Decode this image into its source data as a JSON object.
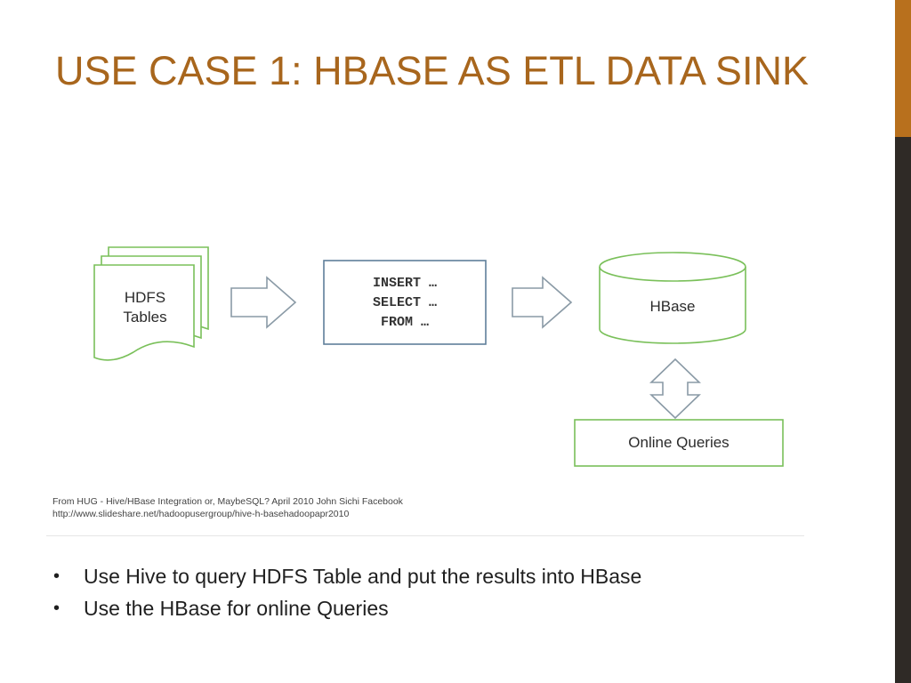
{
  "slide": {
    "title": "USE CASE 1: HBASE AS ETL DATA SINK",
    "accent_color": "#b8701d",
    "sidebar_color": "#2f2a26"
  },
  "diagram": {
    "hdfs_label_line1": "HDFS",
    "hdfs_label_line2": "Tables",
    "sql_lines": [
      "INSERT …",
      "SELECT …",
      "FROM …"
    ],
    "hbase_label": "HBase",
    "online_queries_label": "Online Queries",
    "node_border_color": "#7ac05a",
    "sql_border_color": "#5f7f9a",
    "arrow_color": "#8a9aa6"
  },
  "caption": {
    "line1": "From HUG - Hive/HBase Integration or, MaybeSQL? April 2010 John Sichi Facebook",
    "line2": "http://www.slideshare.net/hadoopusergroup/hive-h-basehadoopapr2010"
  },
  "bullets": [
    "Use Hive to query HDFS Table and put the results into HBase",
    "Use the HBase for online Queries"
  ]
}
